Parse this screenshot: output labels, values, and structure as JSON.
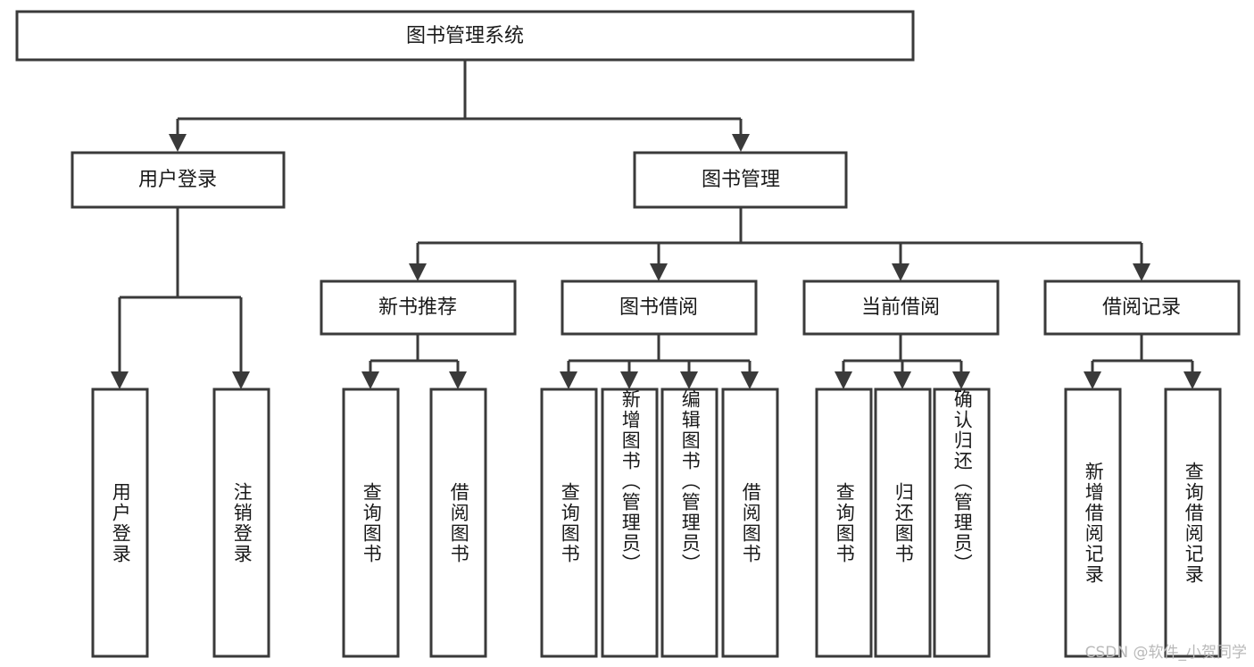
{
  "title": "图书管理系统",
  "watermark": "CSDN @软件_小贺同学",
  "chart_data": {
    "type": "diagram",
    "diagram_kind": "hierarchy-tree",
    "title": "图书管理系统",
    "levels": 4,
    "root": "图书管理系统",
    "nodes": [
      {
        "id": "root",
        "label": "图书管理系统",
        "level": 0,
        "parent": null
      },
      {
        "id": "login",
        "label": "用户登录",
        "level": 1,
        "parent": "root"
      },
      {
        "id": "bookmgmt",
        "label": "图书管理",
        "level": 1,
        "parent": "root"
      },
      {
        "id": "newrec",
        "label": "新书推荐",
        "level": 2,
        "parent": "bookmgmt"
      },
      {
        "id": "borrow",
        "label": "图书借阅",
        "level": 2,
        "parent": "bookmgmt"
      },
      {
        "id": "current",
        "label": "当前借阅",
        "level": 2,
        "parent": "bookmgmt"
      },
      {
        "id": "records",
        "label": "借阅记录",
        "level": 2,
        "parent": "bookmgmt"
      },
      {
        "id": "leaf1",
        "label": "用户登录",
        "level": 3,
        "parent": "login"
      },
      {
        "id": "leaf2",
        "label": "注销登录",
        "level": 3,
        "parent": "login"
      },
      {
        "id": "leaf3",
        "label": "查询图书",
        "level": 3,
        "parent": "newrec"
      },
      {
        "id": "leaf4",
        "label": "借阅图书",
        "level": 3,
        "parent": "newrec"
      },
      {
        "id": "leaf5",
        "label": "查询图书",
        "level": 3,
        "parent": "borrow"
      },
      {
        "id": "leaf6",
        "label": "新增图书（管理员）",
        "level": 3,
        "parent": "borrow"
      },
      {
        "id": "leaf7",
        "label": "编辑图书（管理员）",
        "level": 3,
        "parent": "borrow"
      },
      {
        "id": "leaf8",
        "label": "借阅图书",
        "level": 3,
        "parent": "borrow"
      },
      {
        "id": "leaf9",
        "label": "查询图书",
        "level": 3,
        "parent": "current"
      },
      {
        "id": "leaf10",
        "label": "归还图书",
        "level": 3,
        "parent": "current"
      },
      {
        "id": "leaf11",
        "label": "确认归还（管理员）",
        "level": 3,
        "parent": "current"
      },
      {
        "id": "leaf12",
        "label": "新增借阅记录",
        "level": 3,
        "parent": "records"
      },
      {
        "id": "leaf13",
        "label": "查询借阅记录",
        "level": 3,
        "parent": "records"
      }
    ],
    "edges": [
      {
        "from": "root",
        "to": "login"
      },
      {
        "from": "root",
        "to": "bookmgmt"
      },
      {
        "from": "bookmgmt",
        "to": "newrec"
      },
      {
        "from": "bookmgmt",
        "to": "borrow"
      },
      {
        "from": "bookmgmt",
        "to": "current"
      },
      {
        "from": "bookmgmt",
        "to": "records"
      },
      {
        "from": "login",
        "to": "leaf1"
      },
      {
        "from": "login",
        "to": "leaf2"
      },
      {
        "from": "newrec",
        "to": "leaf3"
      },
      {
        "from": "newrec",
        "to": "leaf4"
      },
      {
        "from": "borrow",
        "to": "leaf5"
      },
      {
        "from": "borrow",
        "to": "leaf6"
      },
      {
        "from": "borrow",
        "to": "leaf7"
      },
      {
        "from": "borrow",
        "to": "leaf8"
      },
      {
        "from": "current",
        "to": "leaf9"
      },
      {
        "from": "current",
        "to": "leaf10"
      },
      {
        "from": "current",
        "to": "leaf11"
      },
      {
        "from": "records",
        "to": "leaf12"
      },
      {
        "from": "records",
        "to": "leaf13"
      }
    ],
    "colors": {
      "box_fill": "#ffffff",
      "box_stroke": "#3a3a3a",
      "text": "#1a1a1a",
      "watermark": "#b9b9b9"
    }
  },
  "level0": {
    "root": "图书管理系统"
  },
  "level1": {
    "login": "用户登录",
    "bookmgmt": "图书管理"
  },
  "level2": {
    "newrec": "新书推荐",
    "borrow": "图书借阅",
    "current": "当前借阅",
    "records": "借阅记录"
  },
  "level3": {
    "leaf1": "用户登录",
    "leaf2": "注销登录",
    "leaf3": "查询图书",
    "leaf4": "借阅图书",
    "leaf5": "查询图书",
    "leaf6": "新增图书（管理员）",
    "leaf7": "编辑图书（管理员）",
    "leaf8": "借阅图书",
    "leaf9": "查询图书",
    "leaf10": "归还图书",
    "leaf11": "确认归还（管理员）",
    "leaf12": "新增借阅记录",
    "leaf13": "查询借阅记录"
  }
}
